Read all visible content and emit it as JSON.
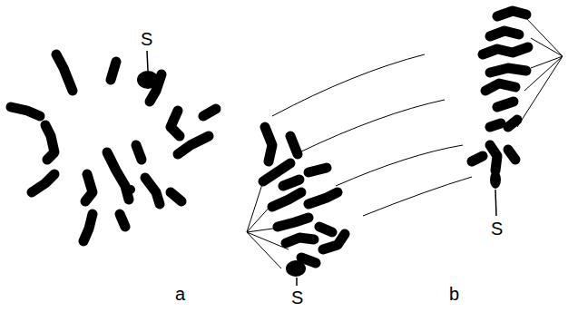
{
  "diagram": {
    "labels": [
      "S",
      "a",
      "S",
      "S",
      "b"
    ]
  }
}
